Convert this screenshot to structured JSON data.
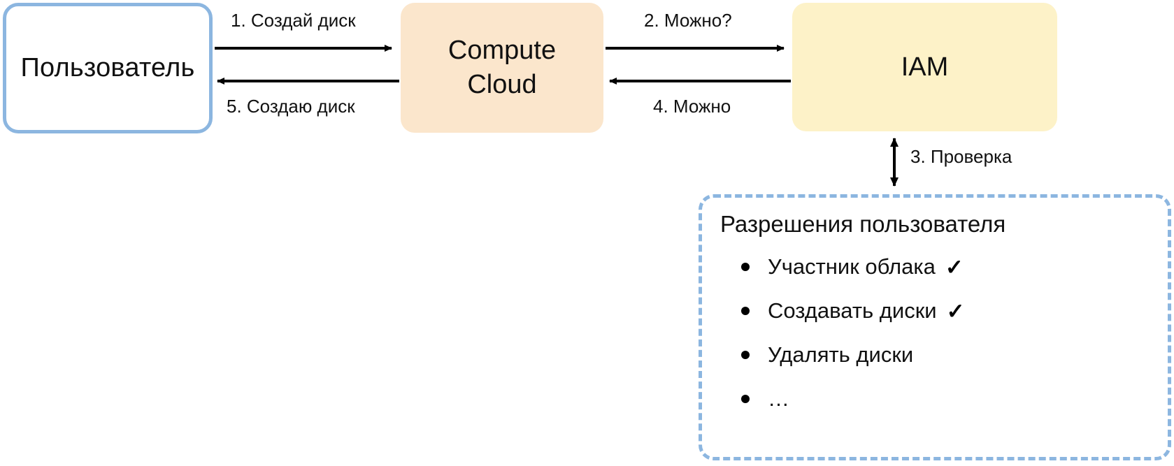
{
  "diagram": {
    "title": "IAM permission check flow",
    "colors": {
      "user_border": "#8cb6e0",
      "compute_fill": "#fbe6cc",
      "iam_fill": "#fdf2c8",
      "permissions_border": "#8cb6e0",
      "arrow": "#000000",
      "text": "#111111"
    },
    "nodes": {
      "user": {
        "label": "Пользователь"
      },
      "compute": {
        "label_line1": "Compute",
        "label_line2": "Cloud"
      },
      "iam": {
        "label": "IAM"
      }
    },
    "edges": [
      {
        "id": "e1",
        "label": "1. Создай диск",
        "from": "user",
        "to": "compute",
        "direction": "right"
      },
      {
        "id": "e5",
        "label": "5. Создаю диск",
        "from": "compute",
        "to": "user",
        "direction": "left"
      },
      {
        "id": "e2",
        "label": "2. Можно?",
        "from": "compute",
        "to": "iam",
        "direction": "right"
      },
      {
        "id": "e4",
        "label": "4. Можно",
        "from": "iam",
        "to": "compute",
        "direction": "left"
      },
      {
        "id": "e3",
        "label": "3. Проверка",
        "from": "iam",
        "to": "permissions",
        "direction": "both"
      }
    ],
    "permissions": {
      "title": "Разрешения пользователя",
      "items": [
        {
          "label": "Участник облака",
          "granted": true,
          "mark": "✓"
        },
        {
          "label": "Создавать диски",
          "granted": true,
          "mark": "✓"
        },
        {
          "label": "Удалять диски",
          "granted": false,
          "mark": ""
        },
        {
          "label": "…",
          "granted": false,
          "mark": ""
        }
      ]
    }
  }
}
